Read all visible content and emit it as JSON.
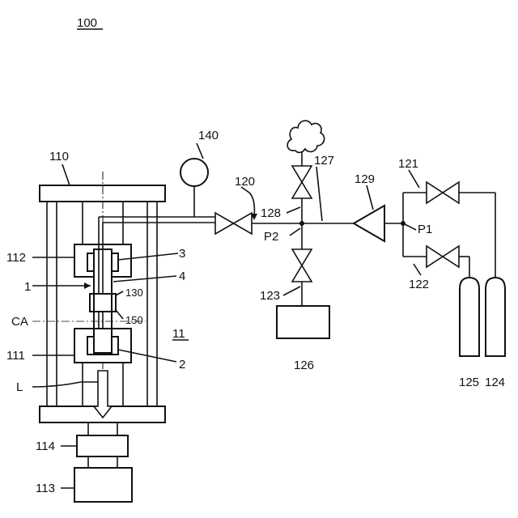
{
  "figure_number": "100",
  "labels": {
    "l110": "110",
    "l112": "112",
    "l1": "1",
    "lCA": "CA",
    "l111": "111",
    "lL": "L",
    "l114": "114",
    "l113": "113",
    "l3": "3",
    "l4": "4",
    "l130": "130",
    "l150": "150",
    "l11": "11",
    "l2": "2",
    "l140": "140",
    "l120": "120",
    "l128": "128",
    "l127": "127",
    "l129": "129",
    "l121": "121",
    "lP1": "P1",
    "lP2": "P2",
    "l122": "122",
    "l123": "123",
    "l126": "126",
    "l125": "125",
    "l124": "124"
  }
}
